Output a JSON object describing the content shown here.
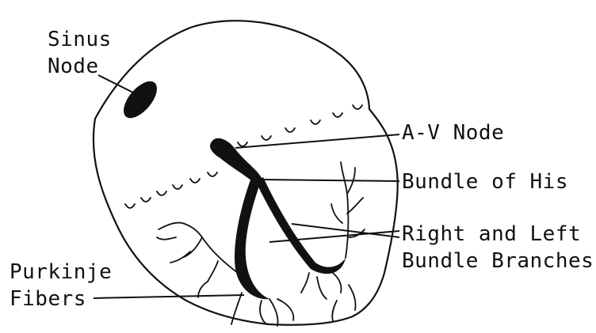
{
  "labels": {
    "sinus_node_line1": "Sinus",
    "sinus_node_line2": "Node",
    "av_node": "A-V Node",
    "bundle_of_his": "Bundle of His",
    "branches_line1": "Right and Left",
    "branches_line2": "Bundle Branches",
    "purkinje_line1": "Purkinje",
    "purkinje_line2": "Fibers"
  },
  "colors": {
    "ink": "#111111",
    "background": "#ffffff"
  }
}
